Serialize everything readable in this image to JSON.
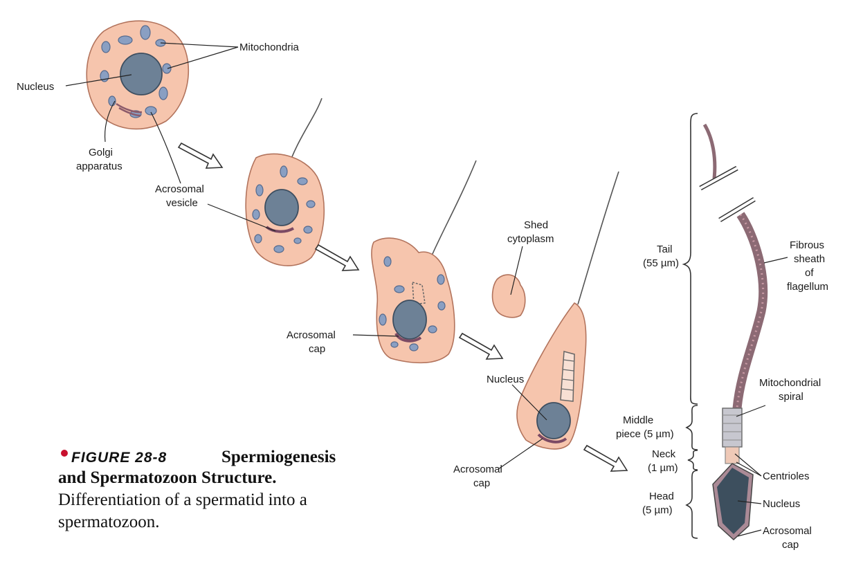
{
  "figure": {
    "number": "FIGURE 28-8",
    "title_line1": "Spermiogenesis",
    "title_line2": "and Spermatozoon Structure.",
    "body_line1": "Differentiation of a spermatid into a",
    "body_line2": "spermatozoon."
  },
  "labels": {
    "mitochondria": "Mitochondria",
    "nucleus_1": "Nucleus",
    "golgi_1": "Golgi",
    "golgi_2": "apparatus",
    "acro_vesicle_1": "Acrosomal",
    "acro_vesicle_2": "vesicle",
    "shed_1": "Shed",
    "shed_2": "cytoplasm",
    "acro_cap_a1": "Acrosomal",
    "acro_cap_a2": "cap",
    "nucleus_2": "Nucleus",
    "acro_cap_b1": "Acrosomal",
    "acro_cap_b2": "cap"
  },
  "spermatozoon": {
    "tail_1": "Tail",
    "tail_2": "(55 µm)",
    "middle_1": "Middle",
    "middle_2": "piece (5 µm)",
    "neck_1": "Neck",
    "neck_2": "(1 µm)",
    "head_1": "Head",
    "head_2": "(5 µm)",
    "fibrous_1": "Fibrous",
    "fibrous_2": "sheath",
    "fibrous_3": "of",
    "fibrous_4": "flagellum",
    "mito_spiral_1": "Mitochondrial",
    "mito_spiral_2": "spiral",
    "centrioles": "Centrioles",
    "nucleus": "Nucleus",
    "acro_cap_1": "Acrosomal",
    "acro_cap_2": "cap"
  },
  "colors": {
    "cytoplasm": "#f6c5ad",
    "nucleus": "#6d8196",
    "mitochondria": "#8a9fc2",
    "caption_bullet": "#c8102e"
  }
}
